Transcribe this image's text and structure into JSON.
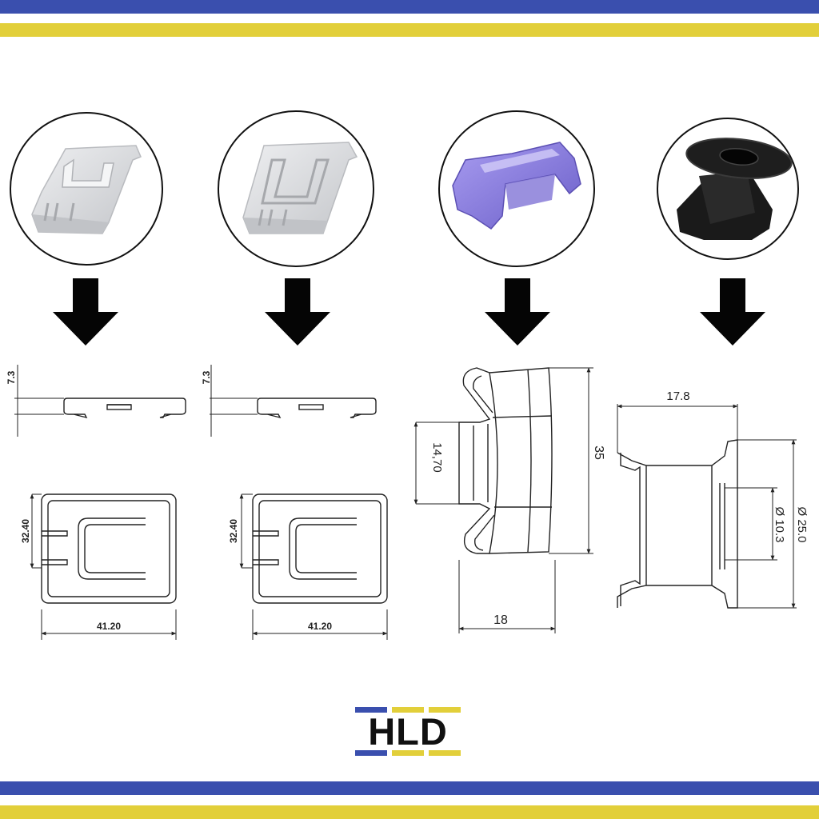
{
  "colors": {
    "blue": "#3a4fae",
    "yellow": "#e2cf3a",
    "ink": "#111111",
    "part_grey": "#d5d7db",
    "part_purple": "#7e72cf",
    "part_black": "#1a1a1a"
  },
  "panels": [
    {
      "icon": "white-slider-cap-icon",
      "dims": {
        "height": "7.3",
        "depth": "32.40",
        "width": "41.20"
      }
    },
    {
      "icon": "white-slider-cap-long-icon",
      "dims": {
        "height": "7.3",
        "depth": "32.40",
        "width": "41.20"
      }
    },
    {
      "icon": "purple-clip-icon",
      "dims": {
        "depth": "14,70",
        "length": "35",
        "width": "18"
      }
    },
    {
      "icon": "black-grommet-icon",
      "dims": {
        "length": "17.8",
        "outer_dia": "Ø 25.0",
        "inner_dia": "Ø 10.3"
      }
    }
  ],
  "logo": {
    "text": "HLD"
  }
}
